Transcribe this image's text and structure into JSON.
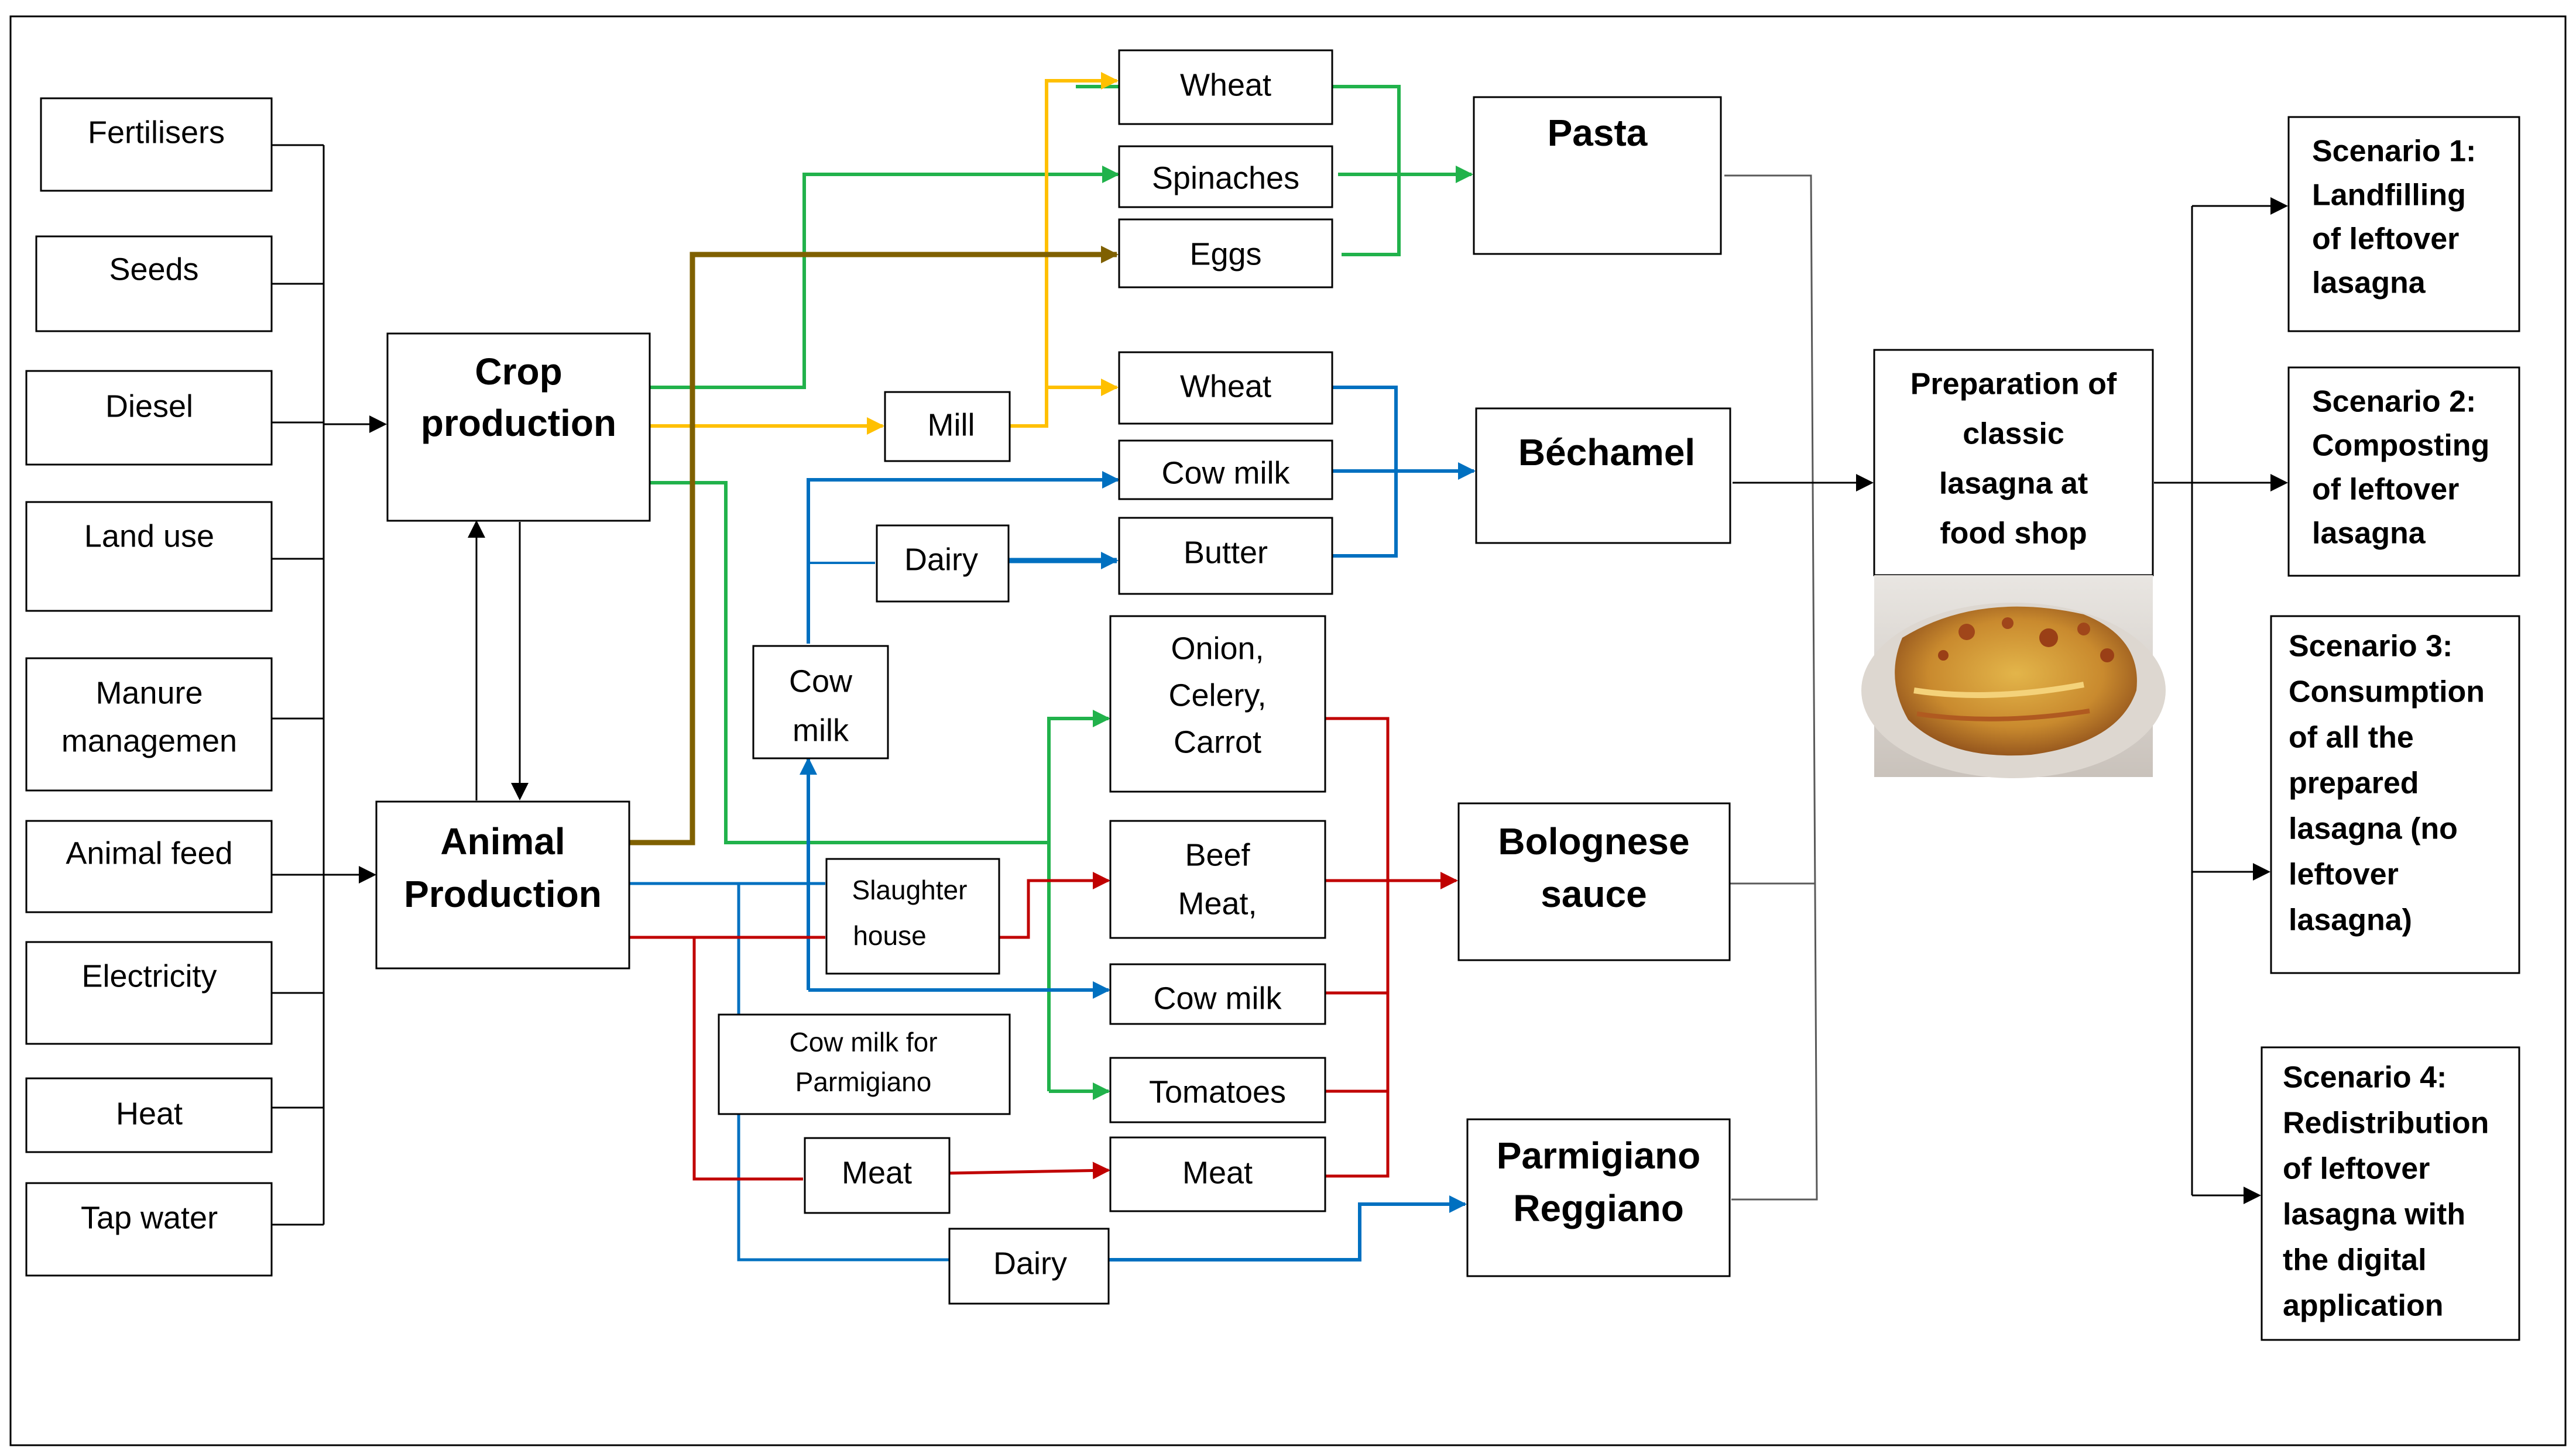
{
  "colors": {
    "black": "#000000",
    "green": "#21b24b",
    "yellow": "#ffc000",
    "brown": "#7f6000",
    "blue": "#0070c0",
    "red": "#c00000",
    "grey": "#595959"
  },
  "inputs": {
    "fertilisers": "Fertilisers",
    "seeds": "Seeds",
    "diesel": "Diesel",
    "land_use": "Land use",
    "manure_1": "Manure",
    "manure_2": "managemen",
    "animal_feed": "Animal feed",
    "electricity": "Electricity",
    "heat": "Heat",
    "tap_water": "Tap water"
  },
  "production": {
    "crop_1": "Crop",
    "crop_2": "production",
    "animal_1": "Animal",
    "animal_2": "Production"
  },
  "intermediate": {
    "mill": "Mill",
    "dairy_top": "Dairy",
    "cow_milk_1": "Cow",
    "cow_milk_2": "milk",
    "slaughter_1": "Slaughter",
    "slaughter_2": "house",
    "cow_milk_parm_1": "Cow milk for",
    "cow_milk_parm_2": "Parmigiano",
    "meat_left": "Meat",
    "dairy_bottom": "Dairy"
  },
  "ingredients": {
    "wheat_pasta": "Wheat",
    "spinaches": "Spinaches",
    "eggs": "Eggs",
    "wheat_bechamel": "Wheat",
    "cow_milk_bechamel": "Cow milk",
    "butter": "Butter",
    "onion": "Onion,",
    "celery": "Celery,",
    "carrot": "Carrot",
    "beef_1": "Beef",
    "beef_2": "Meat,",
    "cow_milk_sauce": "Cow milk",
    "tomatoes": "Tomatoes",
    "meat_right": "Meat"
  },
  "components": {
    "pasta": "Pasta",
    "bechamel": "Béchamel",
    "bolognese_1": "Bolognese",
    "bolognese_2": "sauce",
    "parmigiano_1": "Parmigiano",
    "parmigiano_2": "Reggiano"
  },
  "preparation": {
    "line1": "Preparation of",
    "line2": "classic",
    "line3": "lasagna at",
    "line4": "food shop",
    "photo_icon": "lasagna-photo"
  },
  "scenarios": {
    "s1": [
      "Scenario 1:",
      "Landfilling",
      "of leftover",
      "lasagna"
    ],
    "s2": [
      "Scenario 2:",
      "Composting",
      "of leftover",
      "lasagna"
    ],
    "s3": [
      "Scenario 3:",
      "Consumption",
      "of all the",
      "prepared",
      "lasagna (no",
      "leftover",
      "lasagna)"
    ],
    "s4": [
      "Scenario 4:",
      "Redistribution",
      "of leftover",
      "lasagna with",
      "the digital",
      "application"
    ]
  }
}
